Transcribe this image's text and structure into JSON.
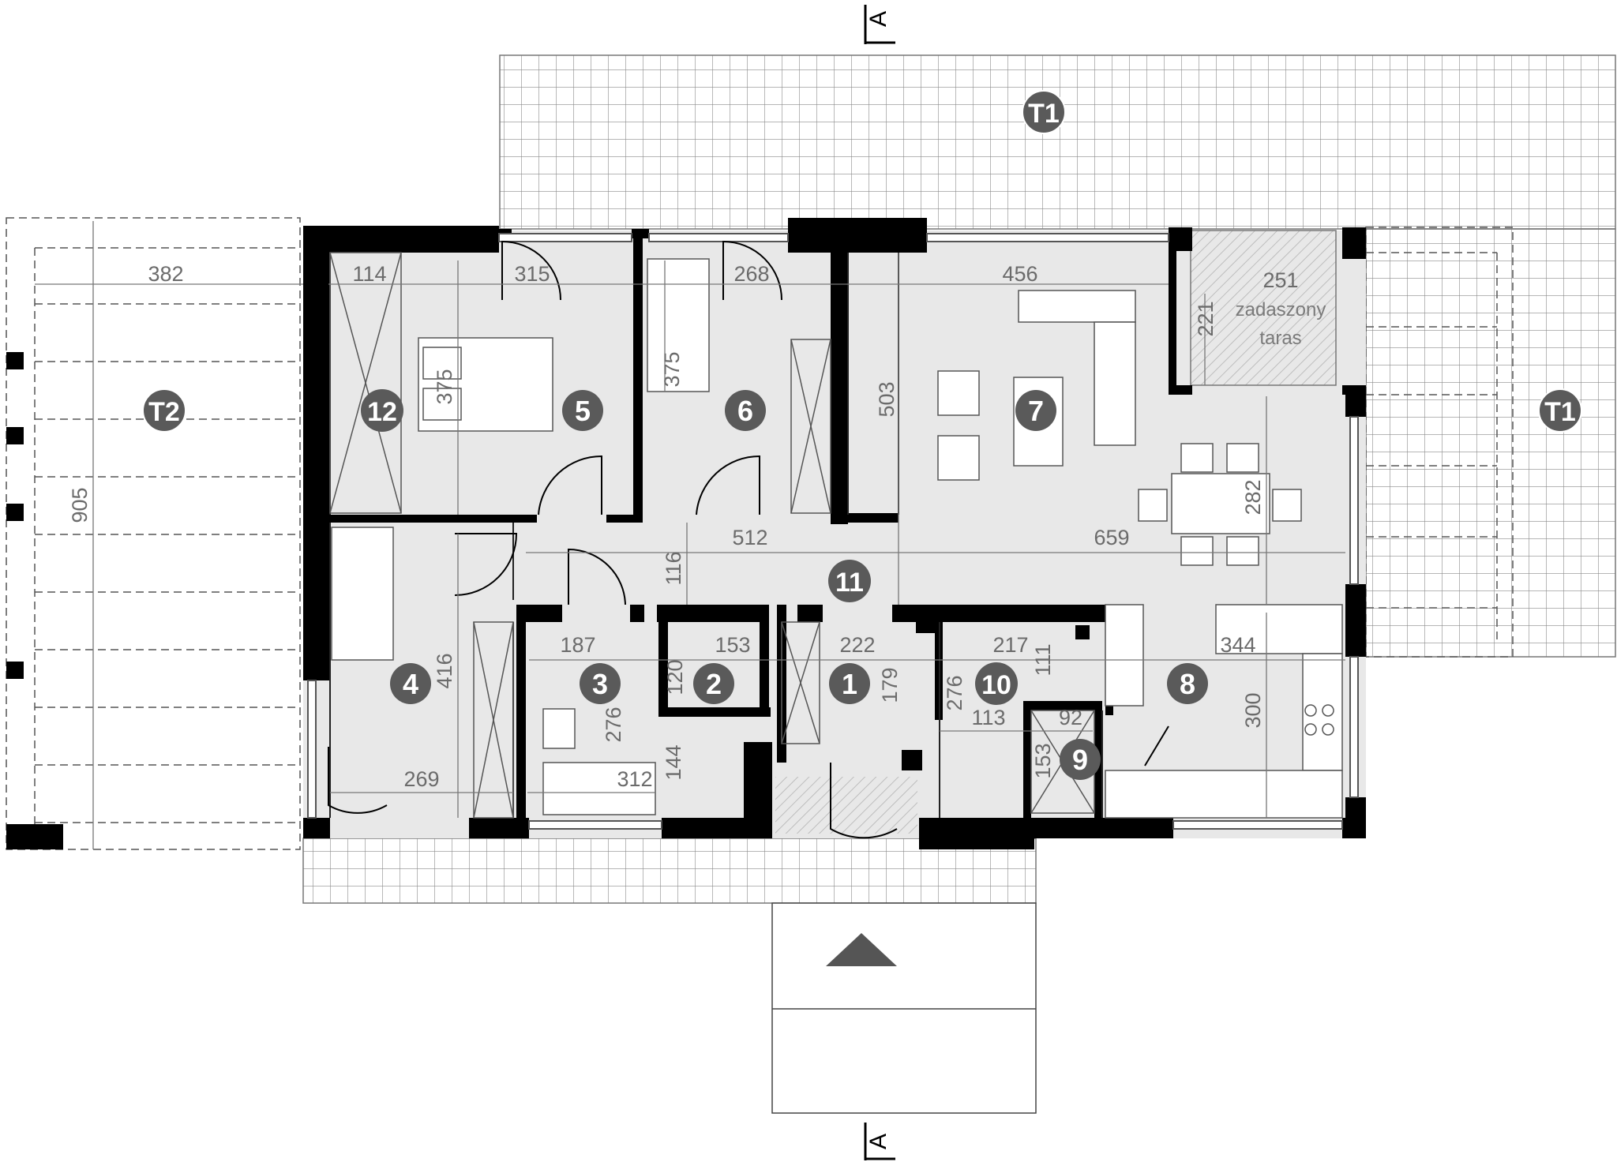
{
  "section_mark": "A",
  "covered_terrace_label": [
    "zadaszony",
    "taras"
  ],
  "terraces": [
    {
      "id": "t1-north",
      "label": "T1"
    },
    {
      "id": "t1-east",
      "label": "T1"
    },
    {
      "id": "t2-west",
      "label": "T2"
    }
  ],
  "rooms": [
    {
      "id": "room-1",
      "label": "1"
    },
    {
      "id": "room-2",
      "label": "2"
    },
    {
      "id": "room-3",
      "label": "3"
    },
    {
      "id": "room-4",
      "label": "4"
    },
    {
      "id": "room-5",
      "label": "5"
    },
    {
      "id": "room-6",
      "label": "6"
    },
    {
      "id": "room-7",
      "label": "7"
    },
    {
      "id": "room-8",
      "label": "8"
    },
    {
      "id": "room-9",
      "label": "9"
    },
    {
      "id": "room-10",
      "label": "10"
    },
    {
      "id": "room-11",
      "label": "11"
    },
    {
      "id": "room-12",
      "label": "12"
    }
  ],
  "dimensions": {
    "d382": "382",
    "d114": "114",
    "d315": "315",
    "d268": "268",
    "d456": "456",
    "d251": "251",
    "d221": "221",
    "d905": "905",
    "d375a": "375",
    "d375b": "375",
    "d503": "503",
    "d282": "282",
    "d512": "512",
    "d659": "659",
    "d116": "116",
    "d187": "187",
    "d153a": "153",
    "d222": "222",
    "d217": "217",
    "d344": "344",
    "d120": "120",
    "d179": "179",
    "d111": "111",
    "d276a": "276",
    "d276b": "276",
    "d113": "113",
    "d92": "92",
    "d153b": "153",
    "d416": "416",
    "d300": "300",
    "d144": "144",
    "d269": "269",
    "d312": "312"
  }
}
